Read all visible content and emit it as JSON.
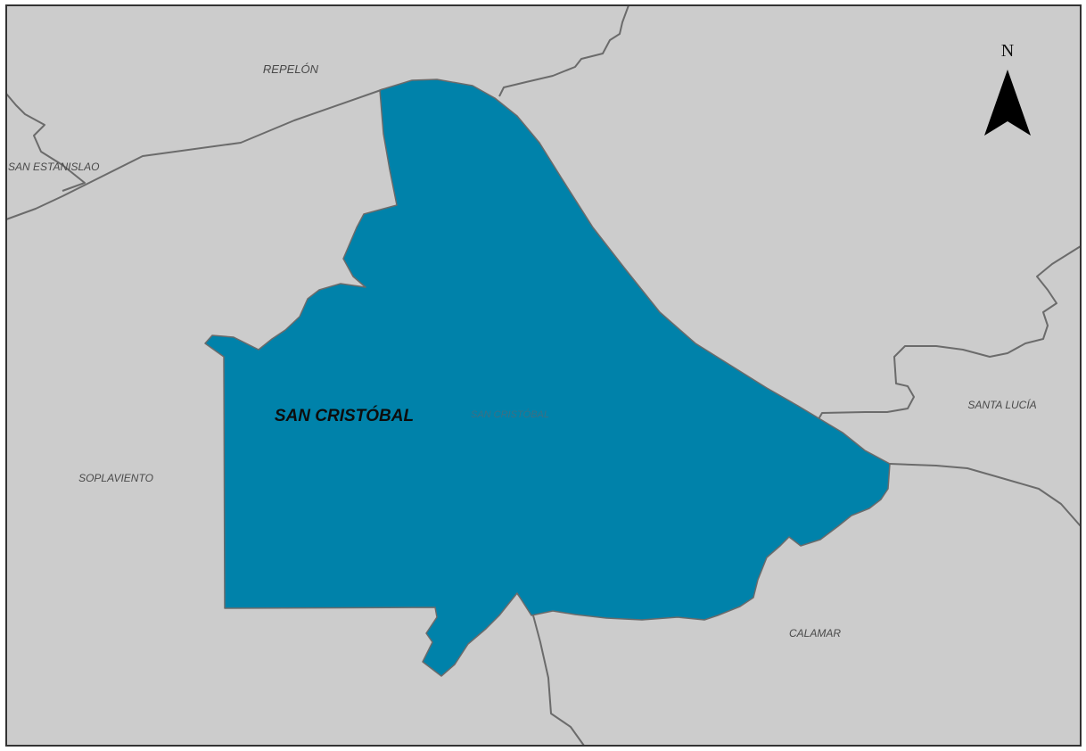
{
  "colors": {
    "background_land": "#cccccc",
    "highlight_region": "#0082aa",
    "boundary": "#6b6b6b",
    "frame": "#333333",
    "north_arrow": "#000000"
  },
  "map": {
    "title_label": "SAN CRISTÓBAL",
    "north_label": "N",
    "north_icon": "north-arrow-icon",
    "places": {
      "repelon": "REPELÓN",
      "san_estanislao": "SAN ESTANISLAO",
      "soplaviento": "SOPLAVIENTO",
      "san_cristobal": "SAN CRISTÓBAL",
      "santa_lucia": "SANTA LUCÍA",
      "calamar": "CALAMAR"
    }
  }
}
